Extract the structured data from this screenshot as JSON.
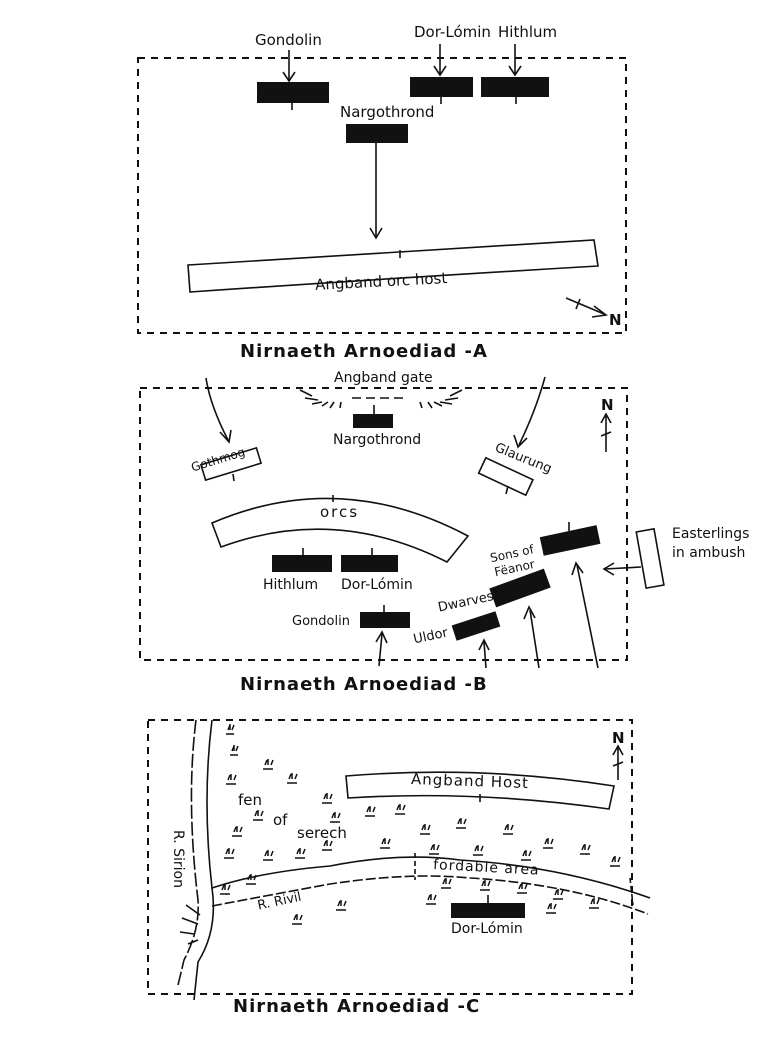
{
  "panels": {
    "a": {
      "title": "Nirnaeth Arnoediad -A",
      "labels": {
        "gondolin": "Gondolin",
        "dor_lomin": "Dor-Lómin",
        "hithlum": "Hithlum",
        "nargothrond": "Nargothrond",
        "host": "Angband orc host",
        "north": "N"
      }
    },
    "b": {
      "title": "Nirnaeth Arnoediad -B",
      "labels": {
        "gate": "Angband gate",
        "nargothrond": "Nargothrond",
        "gothmog": "Gothmog",
        "glaurung": "Glaurung",
        "orcs": "orcs",
        "hithlum": "Hithlum",
        "dor_lomin": "Dor-Lómin",
        "gondolin": "Gondolin",
        "uldor": "Uldor",
        "dwarves": "Dwarves",
        "sons_line1": "Sons of",
        "sons_line2": "Fëanor",
        "easterlings_line1": "Easterlings",
        "easterlings_line2": "in ambush",
        "north": "N"
      }
    },
    "c": {
      "title": "Nirnaeth Arnoediad -C",
      "labels": {
        "host": "Angband Host",
        "fen": "fen",
        "of": "of",
        "serech": "serech",
        "sirion": "R. Sirion",
        "rivil": "R. Rivil",
        "fordable": "fordable area",
        "dor_lomin": "Dor-Lómin",
        "north": "N"
      }
    }
  }
}
